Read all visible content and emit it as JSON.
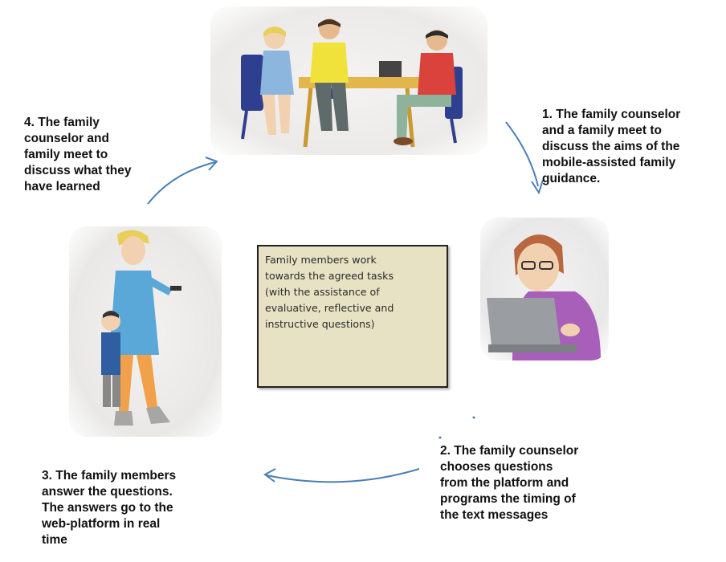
{
  "center_box": {
    "text": "Family members work\ntowards the agreed tasks\n(with the assistance of\nevaluative, reflective and\ninstructive questions)"
  },
  "steps": [
    {
      "text": "1. The family  counselor\nand a family  meet to\ndiscuss  the aims  of the\nmobile-assisted  family\nguidance."
    },
    {
      "text": "2. The family  counselor\n  chooses  questions\n  from the platform and\n  programs the timing of\n  the text messages"
    },
    {
      "text": "3. The family  members\n  answer  the questions.\n  The answers  go to the\n  web-platform  in real\n  time"
    },
    {
      "text": "4. The family\ncounselor  and\nfamily meet to\ndiscuss  what  they\nhave learned"
    }
  ],
  "illustrations": [
    {
      "name": "meeting-table-illustration"
    },
    {
      "name": "counselor-laptop-illustration"
    },
    {
      "name": "parent-child-phone-illustration"
    }
  ],
  "colors": {
    "arrow": "#4a7fb5",
    "box_fill": "#e8e2c4",
    "box_border": "#222222"
  }
}
